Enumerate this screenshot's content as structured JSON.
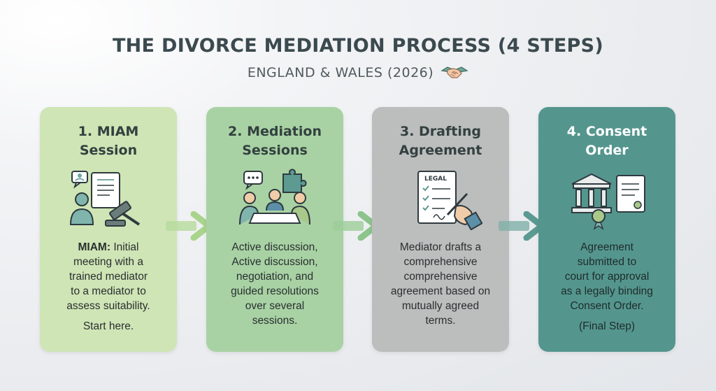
{
  "header": {
    "title": "THE DIVORCE MEDIATION PROCESS (4 STEPS)",
    "subtitle": "ENGLAND & WALES (2026)",
    "subtitle_icon": "handshake-icon"
  },
  "steps": [
    {
      "title_line1": "1. MIAM",
      "title_line2": "Session",
      "icon": "consultation-gavel-icon",
      "body_bold": "MIAM:",
      "body_lines": [
        "Initial",
        "meeting with a",
        "trained mediator",
        "to a mediator to",
        "assess suitability."
      ],
      "extra": "Start here.",
      "color": "#cfe5b6"
    },
    {
      "title_line1": "2. Mediation",
      "title_line2": "Sessions",
      "icon": "group-meeting-puzzle-icon",
      "body_lines": [
        "Active discussion,",
        "Active discussion,",
        "negotiation, and",
        "guided resolutions",
        "over several",
        "sessions."
      ],
      "color": "#a8d2a4"
    },
    {
      "title_line1": "3. Drafting",
      "title_line2": "Agreement",
      "icon": "legal-document-signing-icon",
      "doc_label": "LEGAL",
      "body_lines": [
        "Mediator drafts a",
        "comprehensive",
        "comprehensive",
        "agreement based on",
        "mutually agreed",
        "terms."
      ],
      "color": "#bcbdbd"
    },
    {
      "title_line1": "4. Consent",
      "title_line2": "Order",
      "icon": "courthouse-certificate-icon",
      "body_lines": [
        "Agreement",
        "submitted to",
        "court for approval",
        "as a legally binding",
        "Consent Order."
      ],
      "extra": "(Final Step)",
      "color": "#54968e"
    }
  ],
  "arrows": [
    {
      "color": "#a9d48c"
    },
    {
      "color": "#8cc48c"
    },
    {
      "color": "#5a9a92"
    }
  ]
}
